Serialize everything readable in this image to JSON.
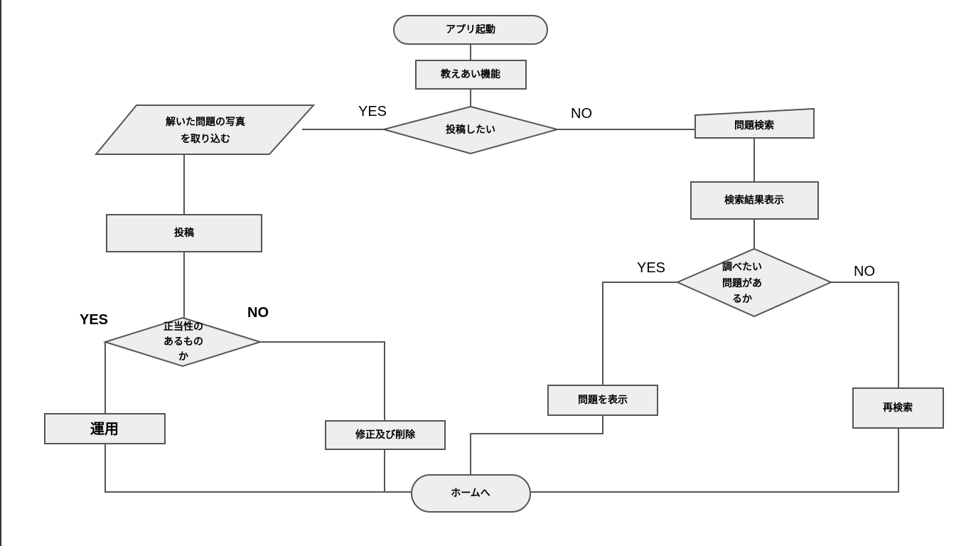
{
  "nodes": {
    "start": "アプリ起動",
    "teach": "教えあい機能",
    "want_post": "投稿したい",
    "capture": [
      "解いた問題の写真",
      "を取り込む"
    ],
    "post": "投稿",
    "valid": [
      "正当性の",
      "あるもの",
      "か"
    ],
    "operate": "運用",
    "fix_delete": "修正及び削除",
    "home": "ホームへ",
    "search": "問題検索",
    "results": "検索結果表示",
    "want_look": [
      "調べたい",
      "問題があ",
      "るか"
    ],
    "show": "問題を表示",
    "research": "再検索"
  },
  "branches": {
    "post_yes": "YES",
    "post_no": "NO",
    "valid_yes": "YES",
    "valid_no": "NO",
    "look_yes": "YES",
    "look_no": "NO"
  },
  "colors": {
    "fill": "#eeeeee",
    "stroke": "#555555",
    "text": "#000000"
  }
}
